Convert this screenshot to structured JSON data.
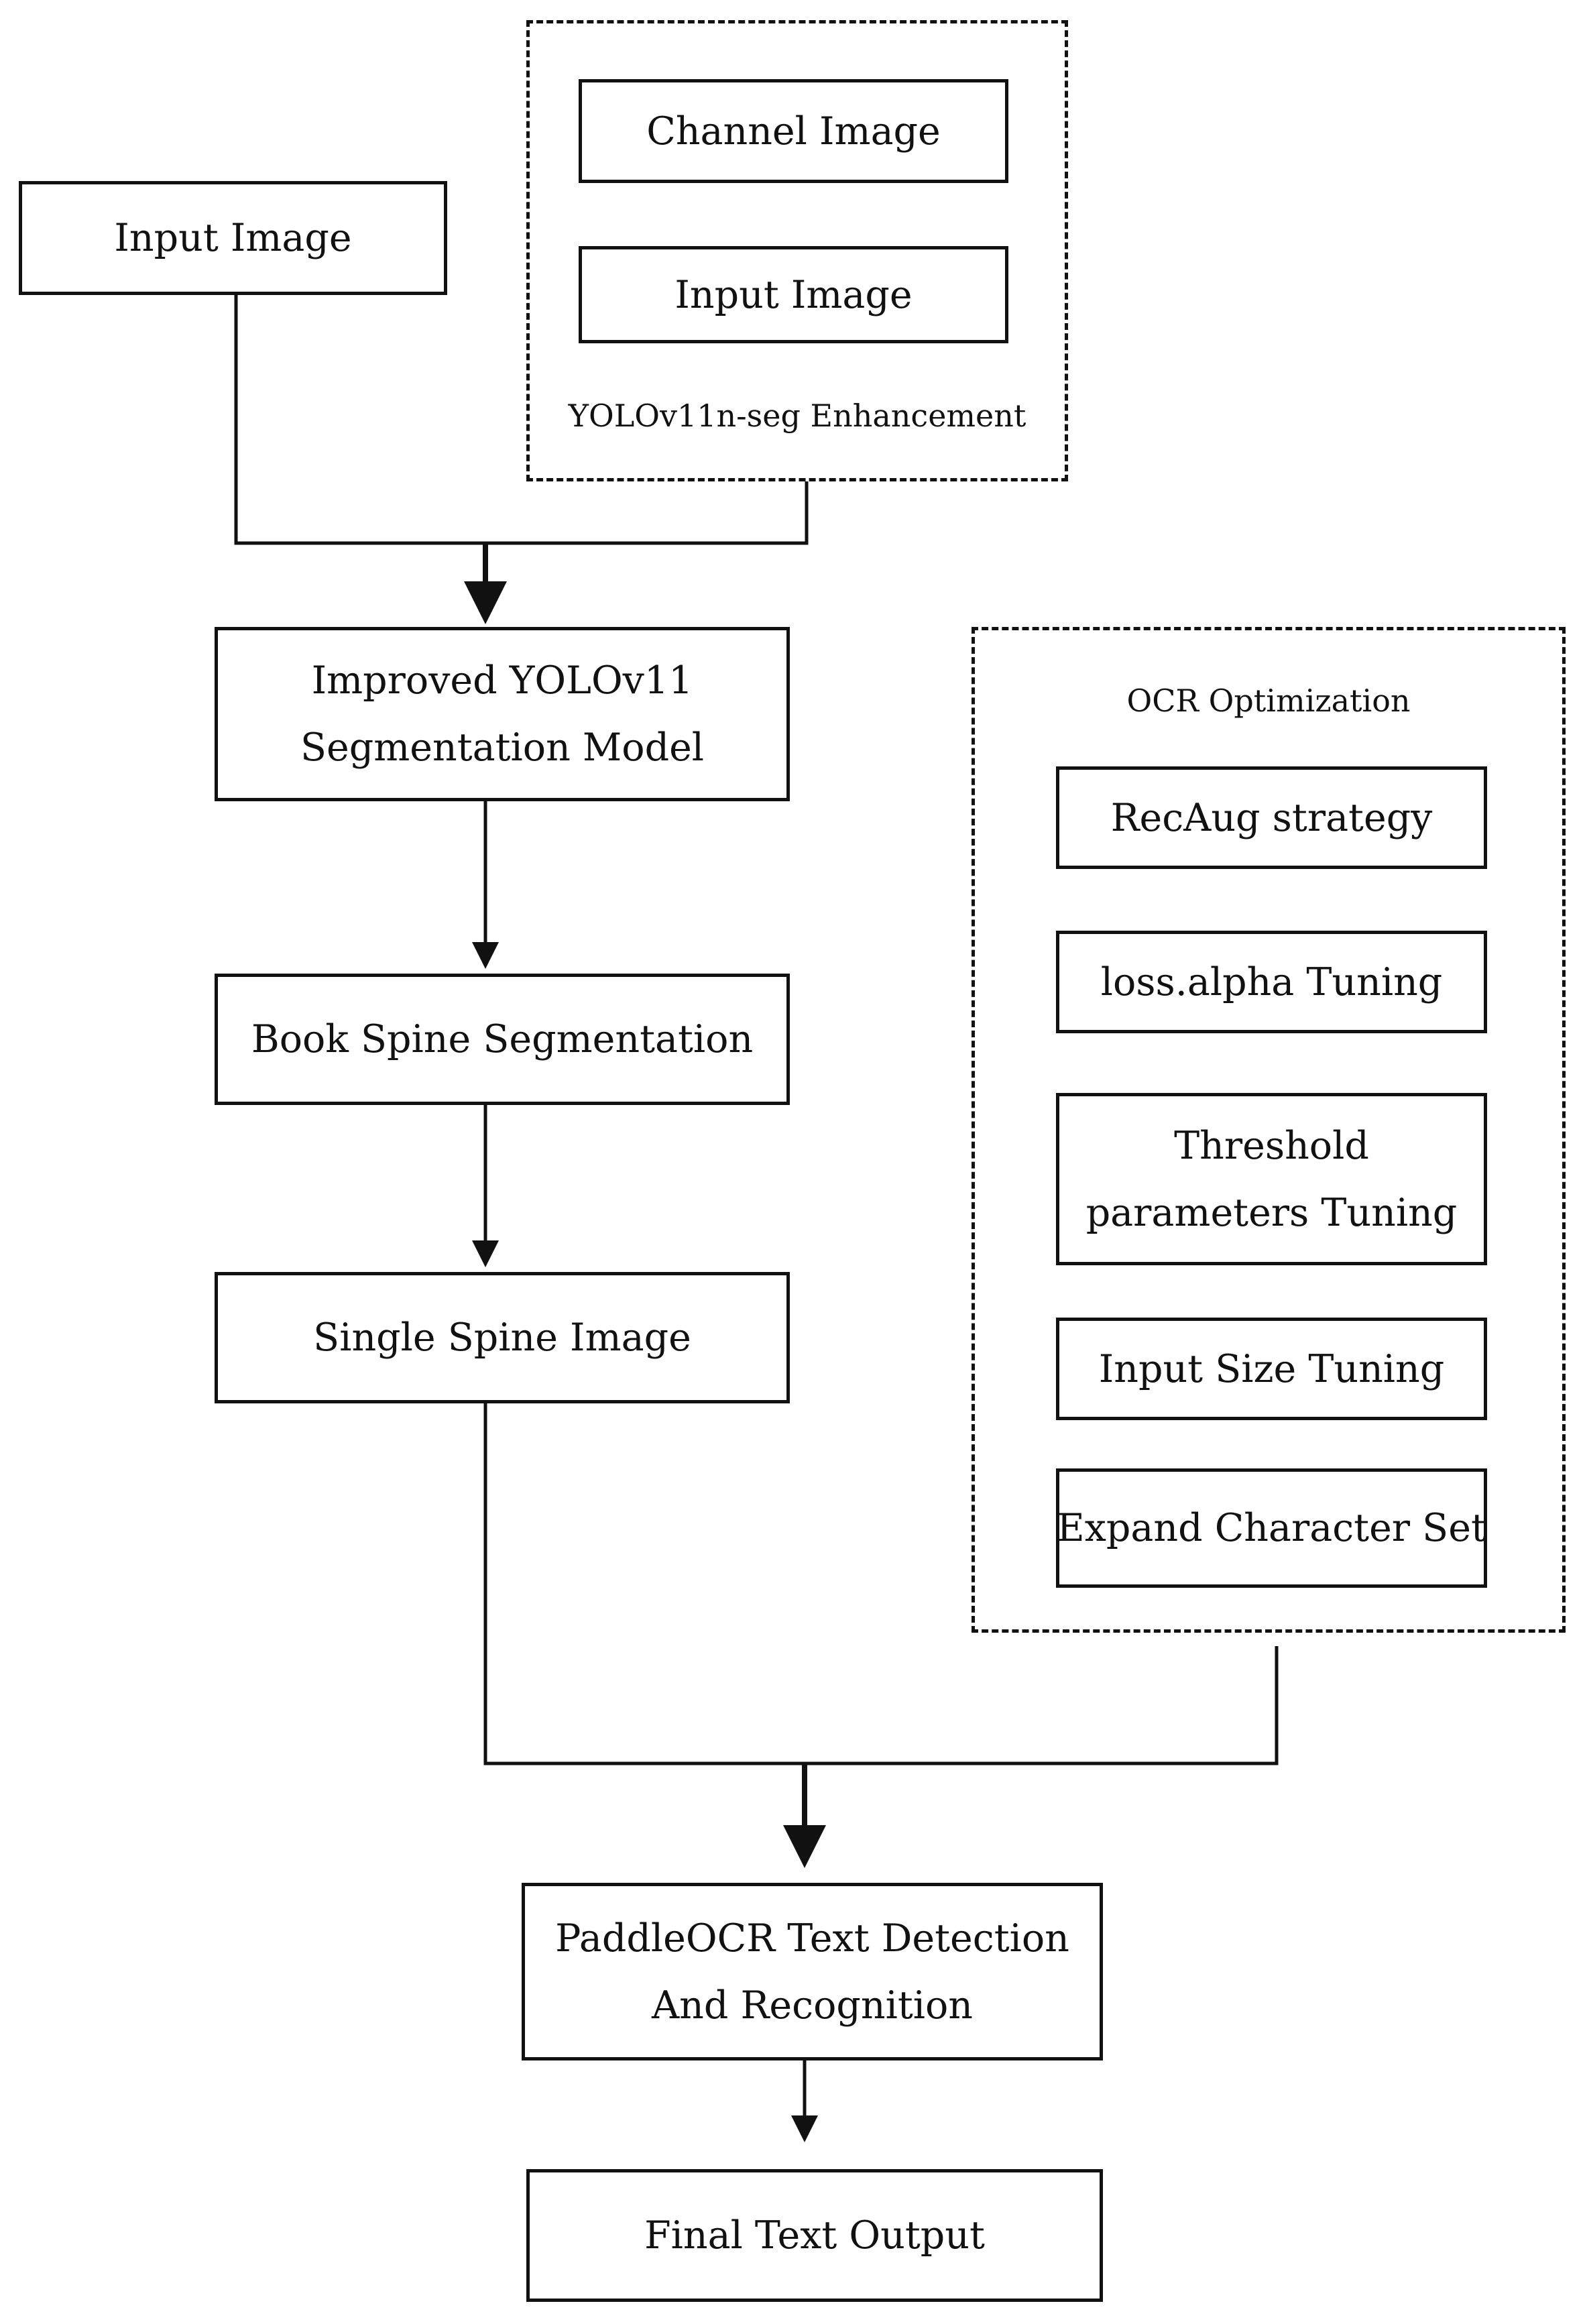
{
  "nodes": {
    "input_image": "Input Image",
    "enhancement": {
      "channel_image": "Channel Image",
      "input_image": "Input Image",
      "caption": "YOLOv11n-seg Enhancement"
    },
    "improved_model": {
      "line1": "Improved YOLOv11",
      "line2": "Segmentation Model"
    },
    "book_spine_segmentation": "Book Spine Segmentation",
    "single_spine_image": "Single Spine Image",
    "ocr_optimization": {
      "caption": "OCR Optimization",
      "recaug": "RecAug strategy",
      "loss_alpha": "loss.alpha Tuning",
      "threshold": {
        "line1": "Threshold",
        "line2": "parameters Tuning"
      },
      "input_size": "Input Size Tuning",
      "charset": "Expand Character Set"
    },
    "paddleocr": {
      "line1": "PaddleOCR Text Detection",
      "line2": "And Recognition"
    },
    "final_output": "Final Text Output"
  }
}
